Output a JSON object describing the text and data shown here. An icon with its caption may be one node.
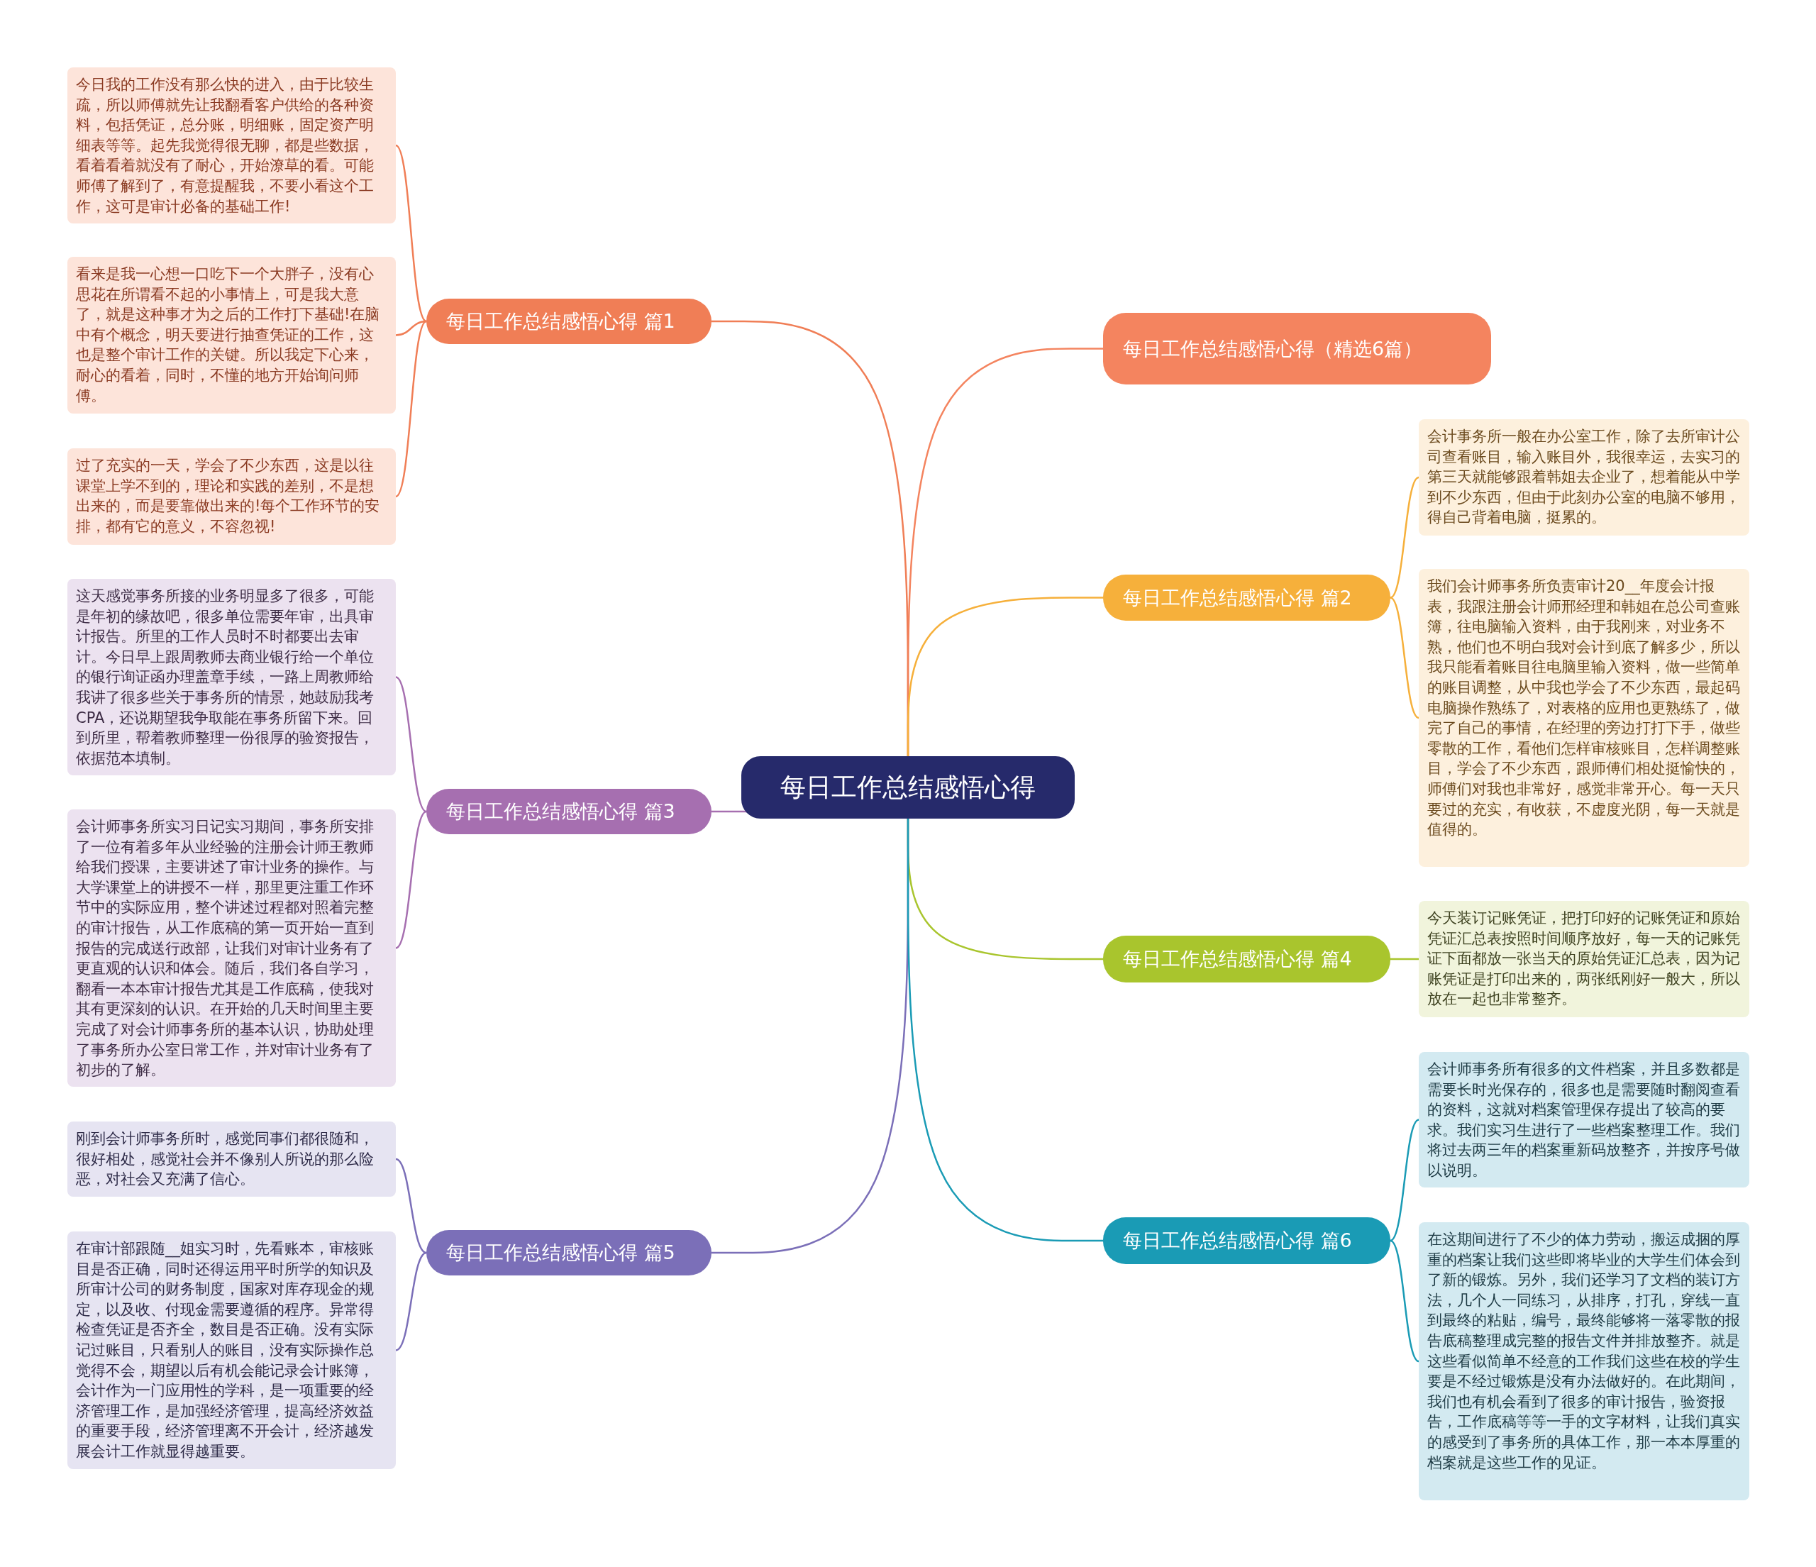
{
  "diagram": {
    "nodes": [
      {
        "text": [
          "每日工作总结感悟心得"
        ]
      },
      {
        "text": [
          "每日工作总结感悟心得（精选6篇）"
        ]
      },
      {
        "text": [
          "每日工作总结感悟心得 篇1"
        ]
      },
      {
        "text": [
          "今日我的工作没有那么快的进入，由于比较生疏，所以师傅就先让我翻看客户供给的各种资料，包括凭证，总分账，明细账，固定资产明细表等等。起先我觉得很无聊，都是些数据，看着看着就没有了耐心，开始潦草的看。可能师傅了解到了，有意提醒我，不要小看这个工作，这可是审计必备的基础工作!"
        ]
      },
      {
        "text": [
          "看来是我一心想一口吃下一个大胖子，没有心思花在所谓看不起的小事情上，可是我大意了，就是这种事才为之后的工作打下基础!在脑中有个概念，明天要进行抽查凭证的工作，这也是整个审计工作的关键。所以我定下心来，耐心的看着，同时，不懂的地方开始询问师傅。"
        ]
      },
      {
        "text": [
          "过了充实的一天，学会了不少东西，这是以往课堂上学不到的，理论和实践的差别，不是想出来的，而是要靠做出来的!每个工作环节的安排，都有它的意义，不容忽视!"
        ]
      },
      {
        "text": [
          "每日工作总结感悟心得 篇2"
        ]
      },
      {
        "text": [
          "会计事务所一般在办公室工作，除了去所审计公司查看账目，输入账目外，我很幸运，去实习的第三天就能够跟着韩姐去企业了，想着能从中学到不少东西，但由于此刻办公室的电脑不够用，得自己背着电脑，挺累的。"
        ]
      },
      {
        "text": [
          "我们会计师事务所负责审计20__年度会计报表，我跟注册会计师邢经理和韩姐在总公司查账簿，往电脑输入资料，由于我刚来，对业务不熟，他们也不明白我对会计到底了解多少，所以我只能看着账目往电脑里输入资料，做一些简单的账目调整，从中我也学会了不少东西，最起码电脑操作熟练了，对表格的应用也更熟练了，做完了自己的事情，在经理的旁边打打下手，做些零散的工作，看他们怎样审核账目，怎样调整账目，学会了不少东西，跟师傅们相处挺愉快的，师傅们对我也非常好，感觉非常开心。每一天只要过的充实，有收获，不虚度光阴，每一天就是值得的。"
        ]
      },
      {
        "text": [
          "每日工作总结感悟心得 篇3"
        ]
      },
      {
        "text": [
          "这天感觉事务所接的业务明显多了很多，可能是年初的缘故吧，很多单位需要年审，出具审计报告。所里的工作人员时不时都要出去审计。今日早上跟周教师去商业银行给一个单位的银行询证函办理盖章手续，一路上周教师给我讲了很多些关于事务所的情景，她鼓励我考CPA，还说期望我争取能在事务所留下来。回到所里，帮着教师整理一份很厚的验资报告，依据范本填制。"
        ]
      },
      {
        "text": [
          "会计师事务所实习日记实习期间，事务所安排了一位有着多年从业经验的注册会计师王教师给我们授课，主要讲述了审计业务的操作。与大学课堂上的讲授不一样，那里更注重工作环节中的实际应用，整个讲述过程都对照着完整的审计报告，从工作底稿的第一页开始一直到报告的完成送行政部，让我们对审计业务有了更直观的认识和体会。随后，我们各自学习，翻看一本本审计报告尤其是工作底稿，使我对其有更深刻的认识。在开始的几天时间里主要完成了对会计师事务所的基本认识，协助处理了事务所办公室日常工作，并对审计业务有了初步的了解。"
        ]
      },
      {
        "text": [
          "每日工作总结感悟心得 篇4"
        ]
      },
      {
        "text": [
          "今天装订记账凭证，把打印好的记账凭证和原始凭证汇总表按照时间顺序放好，每一天的记账凭证下面都放一张当天的原始凭证汇总表，因为记账凭证是打印出来的，两张纸刚好一般大，所以放在一起也非常整齐。"
        ]
      },
      {
        "text": [
          "每日工作总结感悟心得 篇5"
        ]
      },
      {
        "text": [
          "刚到会计师事务所时，感觉同事们都很随和，很好相处，感觉社会并不像别人所说的那么险恶，对社会又充满了信心。"
        ]
      },
      {
        "text": [
          "在审计部跟随__姐实习时，先看账本，审核账目是否正确，同时还得运用平时所学的知识及所审计公司的财务制度，国家对库存现金的规定，以及收、付现金需要遵循的程序。异常得检查凭证是否齐全，数目是否正确。没有实际记过账目，只看别人的账目，没有实际操作总觉得不会，期望以后有机会能记录会计账簿，会计作为一门应用性的学科，是一项重要的经济管理工作，是加强经济管理，提高经济效益的重要手段，经济管理离不开会计，经济越发展会计工作就显得越重要。"
        ]
      },
      {
        "text": [
          "每日工作总结感悟心得 篇6"
        ]
      },
      {
        "text": [
          "会计师事务所有很多的文件档案，并且多数都是需要长时光保存的，很多也是需要随时翻阅查看的资料，这就对档案管理保存提出了较高的要求。我们实习生进行了一些档案整理工作。我们将过去两三年的档案重新码放整齐，并按序号做以说明。"
        ]
      },
      {
        "text": [
          "在这期间进行了不少的体力劳动，搬运成捆的厚重的档案让我们这些即将毕业的大学生们体会到了新的锻炼。另外，我们还学习了文档的装订方法，几个人一同练习，从排序，打孔，穿线一直到最终的粘贴，编号，最终能够将一落零散的报告底稿整理成完整的报告文件并排放整齐。就是这些看似简单不经意的工作我们这些在校的学生要是不经过锻炼是没有办法做好的。在此期间，我们也有机会看到了很多的审计报告，验资报告，工作底稿等等一手的文字材料，让我们真实的感受到了事务所的具体工作，那一本本厚重的档案就是这些工作的见证。"
        ]
      }
    ],
    "edges": [
      {
        "from": 0,
        "to": 1,
        "arrow": "none",
        "color": "#f4845f"
      },
      {
        "from": 0,
        "to": 2,
        "arrow": "none",
        "color": "#f07e56"
      },
      {
        "from": 2,
        "to": 3,
        "arrow": "none",
        "color": "#f07e56"
      },
      {
        "from": 2,
        "to": 4,
        "arrow": "none",
        "color": "#f07e56"
      },
      {
        "from": 2,
        "to": 5,
        "arrow": "none",
        "color": "#f07e56"
      },
      {
        "from": 0,
        "to": 6,
        "arrow": "none",
        "color": "#f6b03b"
      },
      {
        "from": 6,
        "to": 7,
        "arrow": "none",
        "color": "#f6b03b"
      },
      {
        "from": 6,
        "to": 8,
        "arrow": "none",
        "color": "#f6b03b"
      },
      {
        "from": 0,
        "to": 9,
        "arrow": "none",
        "color": "#a66fb0"
      },
      {
        "from": 9,
        "to": 10,
        "arrow": "none",
        "color": "#a66fb0"
      },
      {
        "from": 9,
        "to": 11,
        "arrow": "none",
        "color": "#a66fb0"
      },
      {
        "from": 0,
        "to": 12,
        "arrow": "none",
        "color": "#a9c52d"
      },
      {
        "from": 12,
        "to": 13,
        "arrow": "none",
        "color": "#a9c52d"
      },
      {
        "from": 0,
        "to": 14,
        "arrow": "none",
        "color": "#7b6fb8"
      },
      {
        "from": 14,
        "to": 15,
        "arrow": "none",
        "color": "#7b6fb8"
      },
      {
        "from": 14,
        "to": 16,
        "arrow": "none",
        "color": "#7b6fb8"
      },
      {
        "from": 0,
        "to": 17,
        "arrow": "none",
        "color": "#1a9bb5"
      },
      {
        "from": 17,
        "to": 18,
        "arrow": "none",
        "color": "#1a9bb5"
      },
      {
        "from": 17,
        "to": 19,
        "arrow": "none",
        "color": "#1a9bb5"
      }
    ]
  }
}
